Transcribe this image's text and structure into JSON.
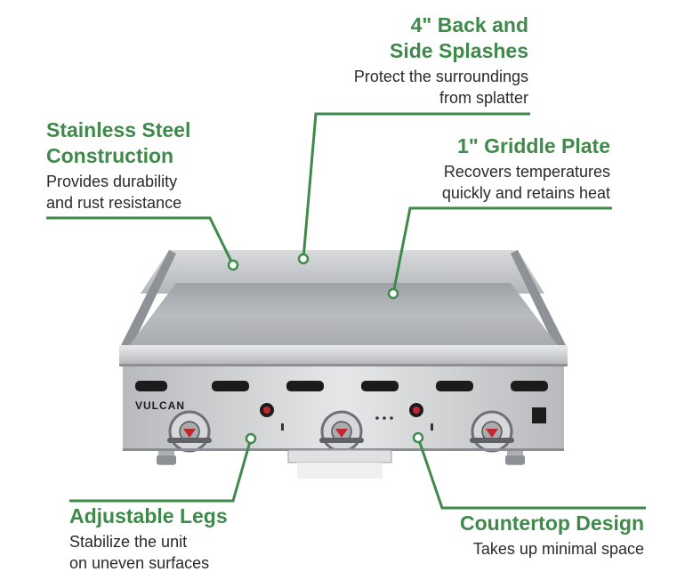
{
  "callouts": {
    "splash": {
      "title_line1": "4\" Back and",
      "title_line2": "Side Splashes",
      "desc_line1": "Protect the surroundings",
      "desc_line2": "from splatter"
    },
    "steel": {
      "title_line1": "Stainless Steel",
      "title_line2": "Construction",
      "desc_line1": "Provides durability",
      "desc_line2": "and rust resistance"
    },
    "plate": {
      "title_line1": "1\" Griddle Plate",
      "desc_line1": "Recovers temperatures",
      "desc_line2": "quickly and retains heat"
    },
    "legs": {
      "title_line1": "Adjustable Legs",
      "desc_line1": "Stabilize the unit",
      "desc_line2": "on uneven surfaces"
    },
    "counter": {
      "title_line1": "Countertop Design",
      "desc_line1": "Takes up minimal space"
    }
  },
  "brand": {
    "logo_text": "VULCAN"
  },
  "colors": {
    "accent": "#3f8a4a",
    "text": "#2a2a2a",
    "steel": "#c9cbcd"
  }
}
